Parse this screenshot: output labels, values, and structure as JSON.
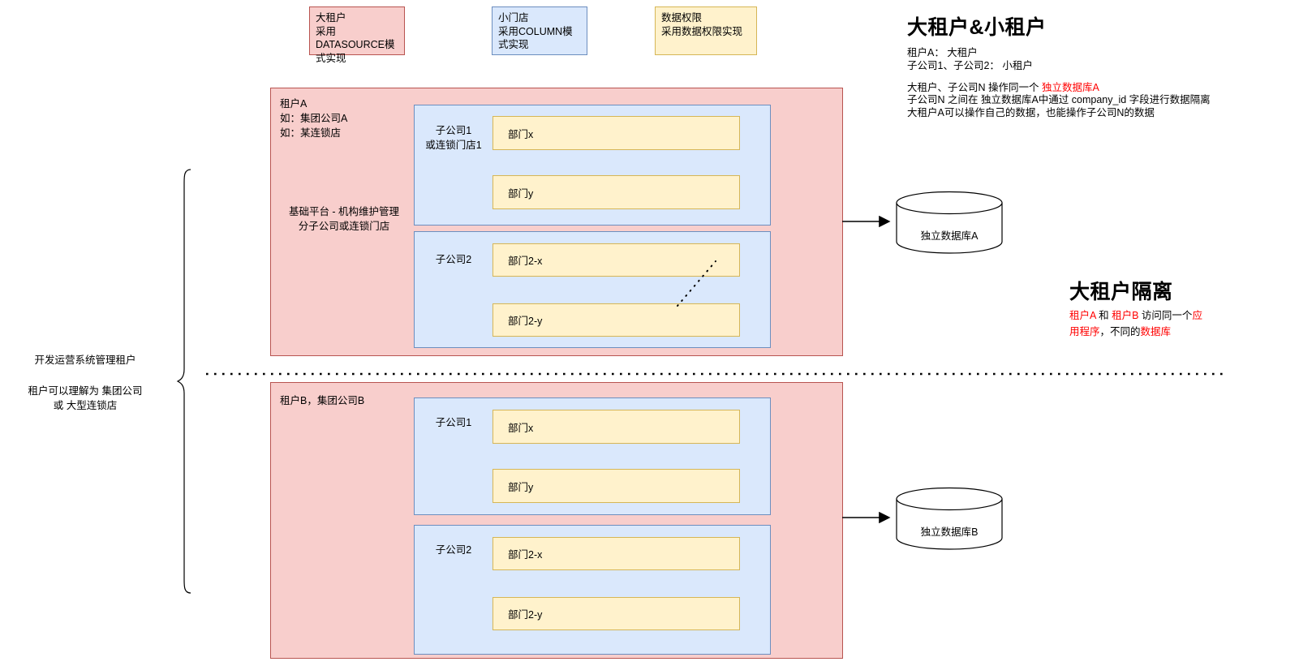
{
  "legend": [
    {
      "id": "big-tenant",
      "text": "大租户\n采用DATASOURCE模式实现",
      "fill": "#f8cecc",
      "stroke": "#b85450"
    },
    {
      "id": "small-store",
      "text": "小门店\n采用COLUMN模式实现",
      "fill": "#dae8fc",
      "stroke": "#6c8ebf"
    },
    {
      "id": "data-permission",
      "text": "数据权限\n采用数据权限实现",
      "fill": "#fff2cc",
      "stroke": "#d6b656"
    }
  ],
  "left": {
    "note": "开发运营系统管理租户\n\n租户可以理解为 集团公司\n或 大型连锁店"
  },
  "tenants": [
    {
      "id": "tenant-a",
      "label": "租户A\n如：集团公司A\n如：某连锁店",
      "platform_label": "基础平台 - 机构维护管理\n分子公司或连锁门店",
      "subsidiaries": [
        {
          "id": "sub-a1",
          "label": "子公司1\n或连锁门店1",
          "departments": [
            "部门x",
            "部门y"
          ]
        },
        {
          "id": "sub-a2",
          "label": "子公司2",
          "departments": [
            "部门2-x",
            "部门2-y"
          ]
        }
      ],
      "database": "独立数据库A"
    },
    {
      "id": "tenant-b",
      "label": "租户B，集团公司B",
      "platform_label": "",
      "subsidiaries": [
        {
          "id": "sub-b1",
          "label": "子公司1",
          "departments": [
            "部门x",
            "部门y"
          ]
        },
        {
          "id": "sub-b2",
          "label": "子公司2",
          "departments": [
            "部门2-x",
            "部门2-y"
          ]
        }
      ],
      "database": "独立数据库B"
    }
  ],
  "notes": {
    "tenancy": {
      "title": "大租户&小租户",
      "line1": "租户A： 大租户",
      "line2": "子公司1、子公司2： 小租户",
      "line3_pre": "大租户、子公司N 操作同一个 ",
      "line3_red": "独立数据库A",
      "line4": "子公司N 之间在 独立数据库A中通过 company_id 字段进行数据隔离",
      "line5": "大租户A可以操作自己的数据，也能操作子公司N的数据"
    },
    "isolation": {
      "title": "大租户隔离",
      "seg1": "租户A",
      "seg2": " 和 ",
      "seg3": "租户B",
      "seg4": " 访问同一个",
      "seg5": "应用程序",
      "seg6": "，不同的",
      "seg7": "数据库"
    }
  },
  "colors": {
    "tenant_fill": "#f8cecc",
    "tenant_stroke": "#b85450",
    "sub_fill": "#dae8fc",
    "sub_stroke": "#6c8ebf",
    "dept_fill": "#fff2cc",
    "dept_stroke": "#d6b656",
    "accent_red": "#ff0000",
    "line": "#000000"
  }
}
